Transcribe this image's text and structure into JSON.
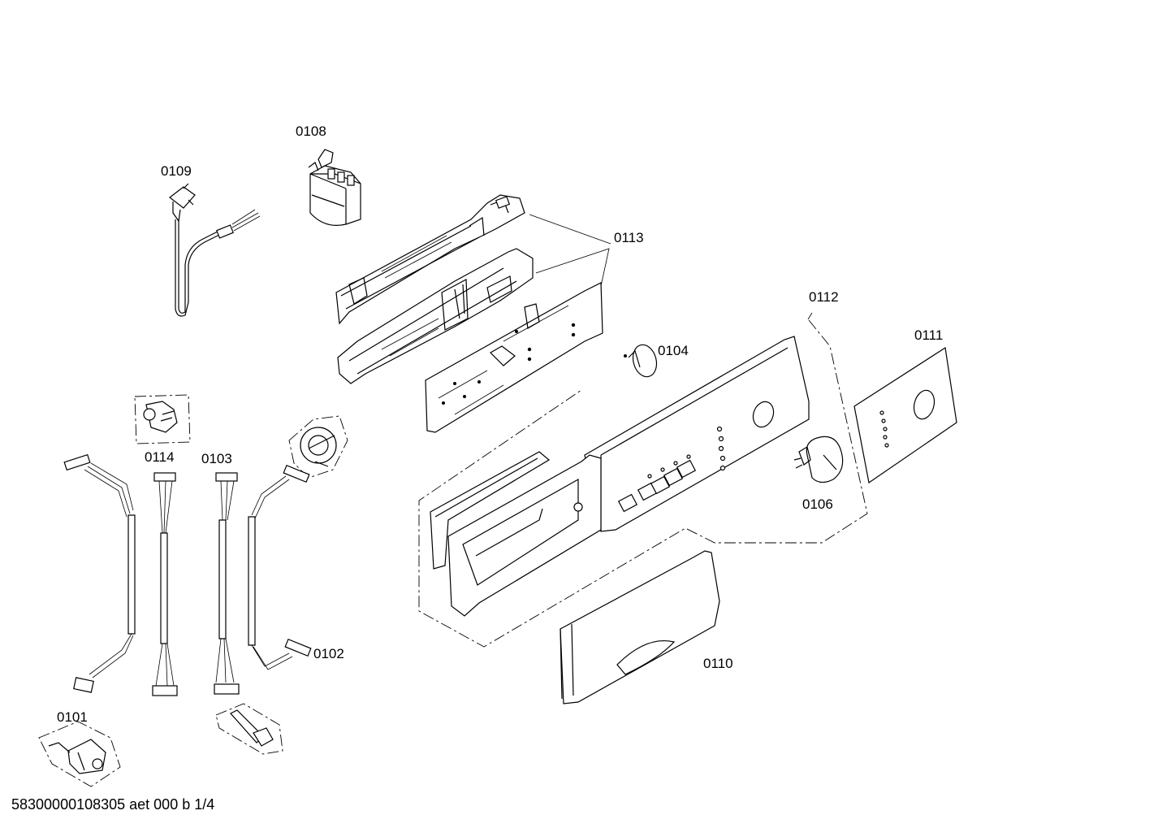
{
  "diagram": {
    "part_labels": {
      "p0101": "0101",
      "p0102": "0102",
      "p0103": "0103",
      "p0104": "0104",
      "p0106": "0106",
      "p0108": "0108",
      "p0109": "0109",
      "p0110": "0110",
      "p0111": "0111",
      "p0112": "0112",
      "p0113": "0113",
      "p0114": "0114"
    },
    "footer_code": "58300000108305 aet 000 b 1/4"
  }
}
